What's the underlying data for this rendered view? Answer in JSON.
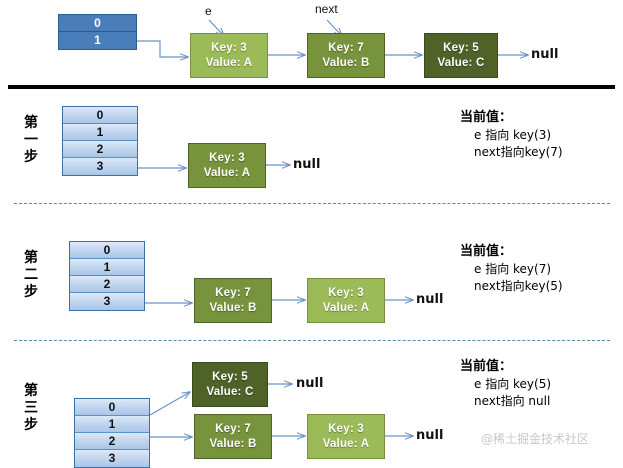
{
  "diagram": {
    "title": "HashMap rehash linked-list transfer illustration",
    "colors": {
      "array_top_fill": "#4A7EBB",
      "array_cell_fill": "#C3D7F0",
      "node_light": "#9BBB59",
      "node_mid": "#77933C",
      "node_dark": "#4F6228",
      "arrow": "#6B92C4",
      "separator": "#000000",
      "dashed": "#5A8CA8"
    },
    "null_label": "null",
    "watermark": "@稀土掘金技术社区"
  },
  "initial": {
    "array_cells": [
      "0",
      "1"
    ],
    "pointer_labels": [
      {
        "name": "e-pointer-label",
        "text": "e"
      },
      {
        "name": "next-pointer-label",
        "text": "next"
      }
    ],
    "nodes": [
      {
        "key": "Key: 3",
        "value": "Value: A",
        "shade": "light"
      },
      {
        "key": "Key: 7",
        "value": "Value: B",
        "shade": "mid"
      },
      {
        "key": "Key: 5",
        "value": "Value: C",
        "shade": "dark"
      }
    ],
    "tail": "null"
  },
  "steps": [
    {
      "id": "step-1",
      "label_chars": [
        "第",
        "一",
        "步"
      ],
      "array_cells": [
        "0",
        "1",
        "2",
        "3"
      ],
      "chains": [
        {
          "from_cell": "3",
          "nodes": [
            {
              "key": "Key: 3",
              "value": "Value: A",
              "shade": "mid"
            }
          ],
          "tail": "null"
        }
      ],
      "info": {
        "title": "当前值：",
        "lines": [
          "e 指向 key(3)",
          "next指向key(7)"
        ]
      }
    },
    {
      "id": "step-2",
      "label_chars": [
        "第",
        "二",
        "步"
      ],
      "array_cells": [
        "0",
        "1",
        "2",
        "3"
      ],
      "chains": [
        {
          "from_cell": "3",
          "nodes": [
            {
              "key": "Key: 7",
              "value": "Value: B",
              "shade": "mid"
            },
            {
              "key": "Key: 3",
              "value": "Value: A",
              "shade": "light"
            }
          ],
          "tail": "null"
        }
      ],
      "info": {
        "title": "当前值：",
        "lines": [
          "e 指向 key(7)",
          "next指向key(5)"
        ]
      }
    },
    {
      "id": "step-3",
      "label_chars": [
        "第",
        "三",
        "步"
      ],
      "array_cells": [
        "0",
        "1",
        "2",
        "3"
      ],
      "chains": [
        {
          "from_cell": "1",
          "nodes": [
            {
              "key": "Key: 5",
              "value": "Value: C",
              "shade": "dark"
            }
          ],
          "tail": "null"
        },
        {
          "from_cell": "3",
          "nodes": [
            {
              "key": "Key: 7",
              "value": "Value: B",
              "shade": "mid"
            },
            {
              "key": "Key: 3",
              "value": "Value: A",
              "shade": "light"
            }
          ],
          "tail": "null"
        }
      ],
      "info": {
        "title": "当前值：",
        "lines": [
          "e 指向 key(5)",
          "next指向 null"
        ]
      }
    }
  ]
}
